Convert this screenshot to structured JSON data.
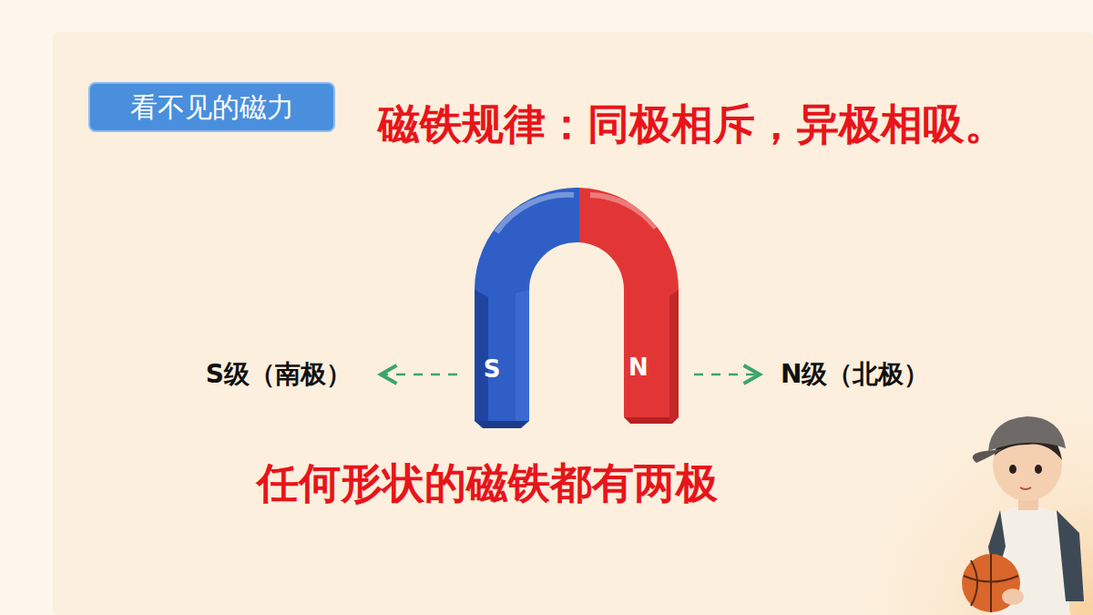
{
  "diagram": {
    "title": "磁铁规律：同极相斥，异极相吸。",
    "caption": "任何形状的磁铁都有两极",
    "nodes": [
      {
        "text": [
          "看不见的磁力"
        ]
      }
    ],
    "labels": [
      "S",
      "N",
      "S级（南极）",
      "N级（北极）"
    ]
  }
}
